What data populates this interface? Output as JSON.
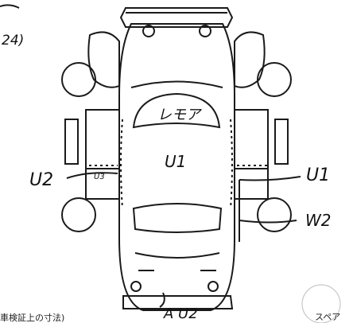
{
  "top_left_fragment": "24)",
  "windshield_note": "レモア",
  "roof_note": "U1",
  "left_side_note": "U2",
  "left_door_note": "U3",
  "right_door_note": "U1",
  "right_rear_note": "W2",
  "bottom_note": "A U2",
  "footer_left": "車検証上の寸法)",
  "footer_right": "スペア",
  "ink_color": "#111111"
}
